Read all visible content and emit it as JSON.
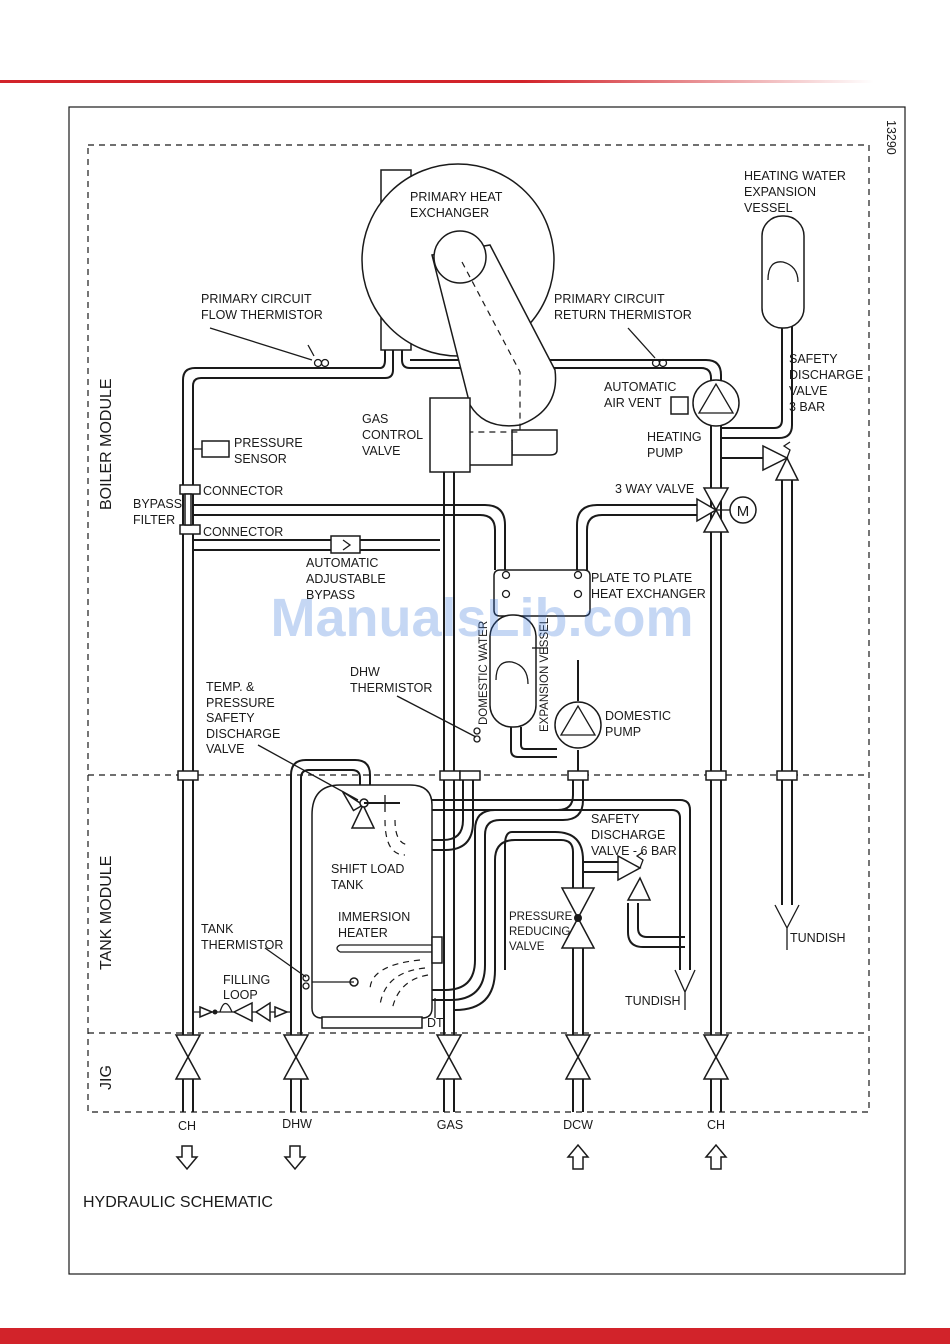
{
  "figure_number": "13290",
  "caption": "HYDRAULIC SCHEMATIC",
  "watermark": "ManualsLib.com",
  "colors": {
    "accent": "#d2232a",
    "line": "#1a1a1a",
    "watermark": "#2f6fd6"
  },
  "modules": {
    "boiler": "BOILER MODULE",
    "tank": "TANK MODULE",
    "jig": "JIG"
  },
  "labels": {
    "primary_heat_exchanger": [
      "PRIMARY HEAT",
      "EXCHANGER"
    ],
    "heating_water_expansion_vessel": [
      "HEATING WATER",
      "EXPANSION",
      "VESSEL"
    ],
    "primary_flow_thermistor": [
      "PRIMARY CIRCUIT",
      "FLOW THERMISTOR"
    ],
    "primary_return_thermistor": [
      "PRIMARY CIRCUIT",
      "RETURN THERMISTOR"
    ],
    "safety_discharge_3bar": [
      "SAFETY",
      "DISCHARGE",
      "VALVE",
      "3 BAR"
    ],
    "automatic_air_vent": [
      "AUTOMATIC",
      "AIR VENT"
    ],
    "gas_control_valve": [
      "GAS",
      "CONTROL",
      "VALVE"
    ],
    "heating_pump": [
      "HEATING",
      "PUMP"
    ],
    "pressure_sensor": [
      "PRESSURE",
      "SENSOR"
    ],
    "connector_1": "CONNECTOR",
    "connector_2": "CONNECTOR",
    "bypass_filter": [
      "BYPASS",
      "FILTER"
    ],
    "three_way_valve": "3 WAY VALVE",
    "motor": "M",
    "automatic_adjustable_bypass": [
      "AUTOMATIC",
      "ADJUSTABLE",
      "BYPASS"
    ],
    "plate_heat_exchanger": [
      "PLATE TO PLATE",
      "HEAT EXCHANGER"
    ],
    "domestic_water": "DOMESTIC WATER",
    "expansion_vessel": "EXPANSION VESSEL",
    "dhw_thermistor": [
      "DHW",
      "THERMISTOR"
    ],
    "temp_pressure_valve": [
      "TEMP. &",
      "PRESSURE",
      "SAFETY",
      "DISCHARGE",
      "VALVE"
    ],
    "domestic_pump": [
      "DOMESTIC",
      "PUMP"
    ],
    "safety_discharge_6bar": [
      "SAFETY",
      "DISCHARGE",
      "VALVE - 6 BAR"
    ],
    "shift_load_tank": [
      "SHIFT LOAD",
      "TANK"
    ],
    "immersion_heater": [
      "IMMERSION",
      "HEATER"
    ],
    "pressure_reducing_valve": [
      "PRESSURE",
      "REDUCING",
      "VALVE"
    ],
    "tundish_right": "TUNDISH",
    "tank_thermistor": [
      "TANK",
      "THERMISTOR"
    ],
    "filling_loop": [
      "FILLING",
      "LOOP"
    ],
    "tundish_mid": "TUNDISH",
    "dt": "DT"
  },
  "connections": [
    {
      "label": "CH",
      "flow": "out"
    },
    {
      "label": "DHW",
      "flow": "out"
    },
    {
      "label": "GAS",
      "flow": "none"
    },
    {
      "label": "DCW",
      "flow": "in"
    },
    {
      "label": "CH",
      "flow": "in"
    }
  ]
}
